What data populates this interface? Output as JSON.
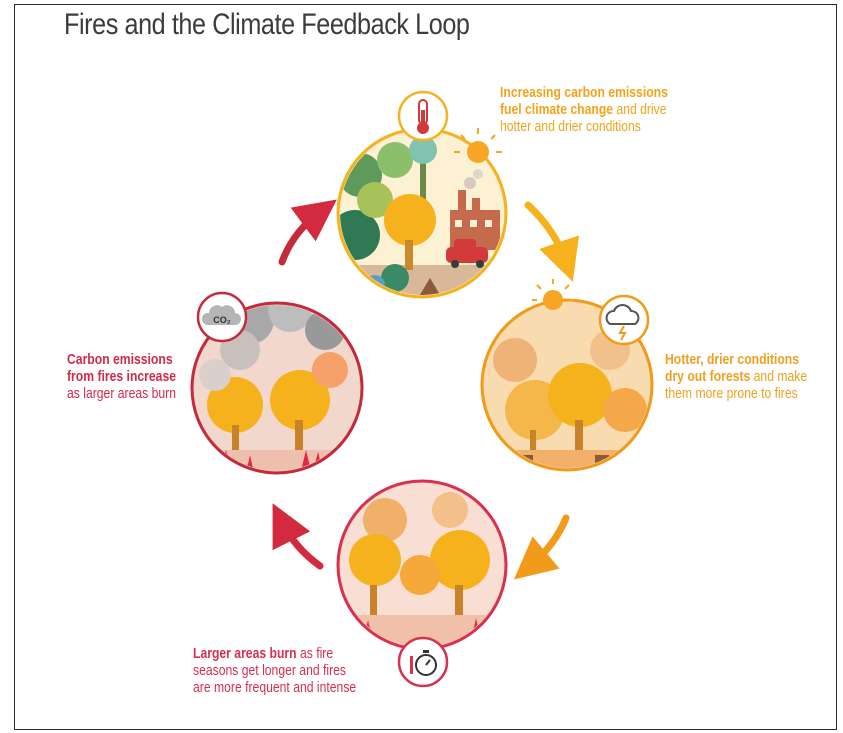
{
  "title": "Fires and the Climate Feedback Loop",
  "captions": {
    "top": {
      "lines": [
        {
          "bold": "Increasing carbon emissions",
          "rest": ""
        },
        {
          "bold": "fuel climate change",
          "rest": " and drive"
        },
        {
          "bold": "",
          "rest": "hotter and drier conditions"
        }
      ]
    },
    "right": {
      "lines": [
        {
          "bold": "Hotter, drier conditions",
          "rest": ""
        },
        {
          "bold": "dry out forests",
          "rest": " and make"
        },
        {
          "bold": "",
          "rest": "them more prone to fires"
        }
      ]
    },
    "left": {
      "lines": [
        {
          "bold": "Carbon emissions",
          "rest": ""
        },
        {
          "bold": "from fires increase",
          "rest": ""
        },
        {
          "bold": "",
          "rest": "as larger areas burn"
        }
      ]
    },
    "bottom": {
      "lines": [
        {
          "bold": "Larger areas burn",
          "rest": " as fire"
        },
        {
          "bold": "",
          "rest": "seasons get longer and fires"
        },
        {
          "bold": "",
          "rest": "are more frequent and intense"
        }
      ]
    }
  },
  "badges": {
    "co2": "CO₂"
  },
  "colors": {
    "top": "#f5b21c",
    "right": "#f29a1a",
    "bottom": "#d8304e",
    "left": "#c42a3a",
    "arrow_yellow": "#f5b21c",
    "arrow_orange": "#f29a1a",
    "arrow_red": "#d42a40",
    "title": "#3c3c3c"
  },
  "icons": [
    "thermometer-icon",
    "storm-cloud-icon",
    "stopwatch-icon",
    "co2-cloud-icon",
    "sun-icon"
  ]
}
